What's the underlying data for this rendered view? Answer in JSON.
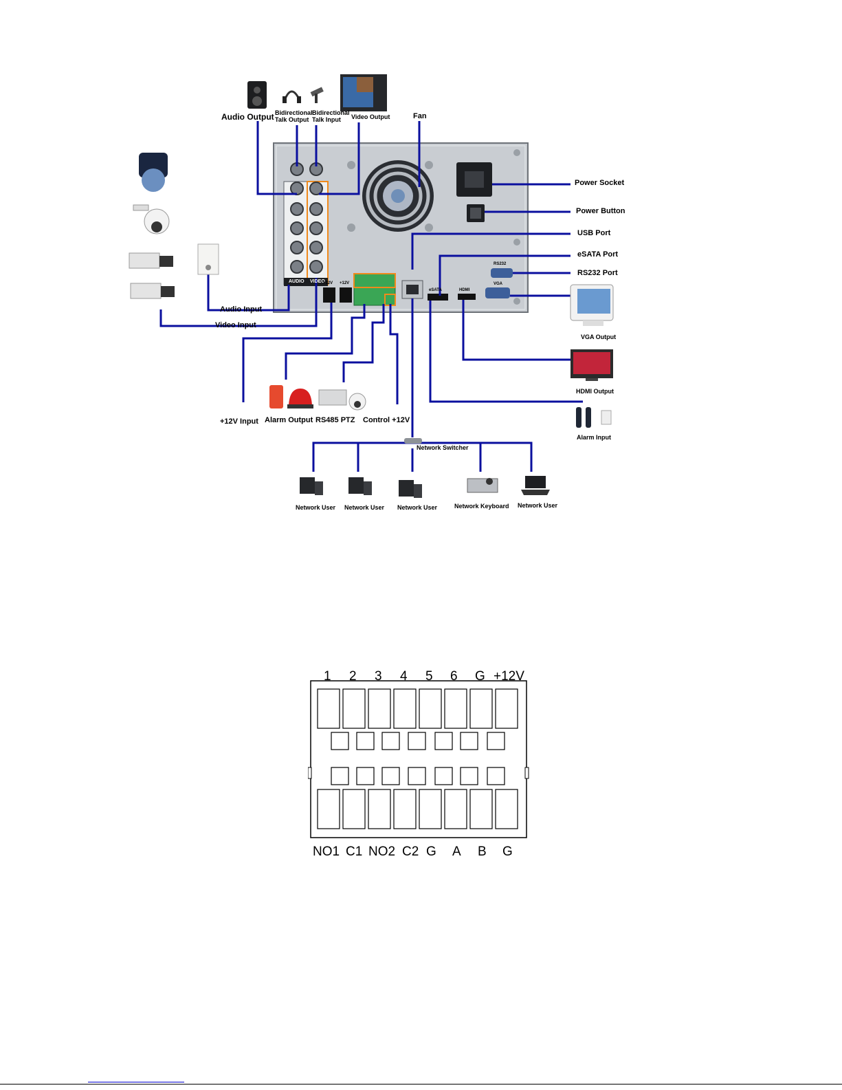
{
  "labels": {
    "audio_output": "Audio Output",
    "talk_output": "Bidirectional\nTalk Output",
    "talk_input": "Bidirectional\nTalk Input",
    "video_output": "Video Output",
    "fan": "Fan",
    "power_socket": "Power Socket",
    "power_button": "Power Button",
    "usb_port": "USB Port",
    "esata_port": "eSATA Port",
    "rs232_port": "RS232 Port",
    "vga_output": "VGA Output",
    "hdmi_output": "HDMI Output",
    "alarm_input": "Alarm Input",
    "audio_input": "Audio Input",
    "video_input": "Video Input",
    "v12_input": "+12V Input",
    "alarm_output": "Alarm Output",
    "rs485_ptz": "RS485 PTZ",
    "control_12v": "Control +12V",
    "network_switcher": "Network Switcher",
    "network_user_1": "Network User",
    "network_user_2": "Network User",
    "network_user_3": "Network User",
    "network_keyboard": "Network Keyboard",
    "network_user_4": "Network User"
  },
  "panel_marks": {
    "audio": "AUDIO",
    "video": "VIDEO",
    "rs232": "RS232",
    "vga": "VGA",
    "hdmi": "HDMI",
    "esata": "eSATA",
    "v12a": "+12V",
    "v12b": "+12V"
  },
  "terminal": {
    "top_labels": [
      "1",
      "2",
      "3",
      "4",
      "5",
      "6",
      "G",
      "+12V"
    ],
    "bottom_labels": [
      "NO1",
      "C1",
      "NO2",
      "C2",
      "G",
      "A",
      "B",
      "G"
    ]
  },
  "colors": {
    "wire": "#0a0f9e",
    "panel": "#c8ccd1",
    "panel_dark": "#8e949b",
    "terminal_green": "#3aa655",
    "highlight_orange": "#f08a1c"
  }
}
